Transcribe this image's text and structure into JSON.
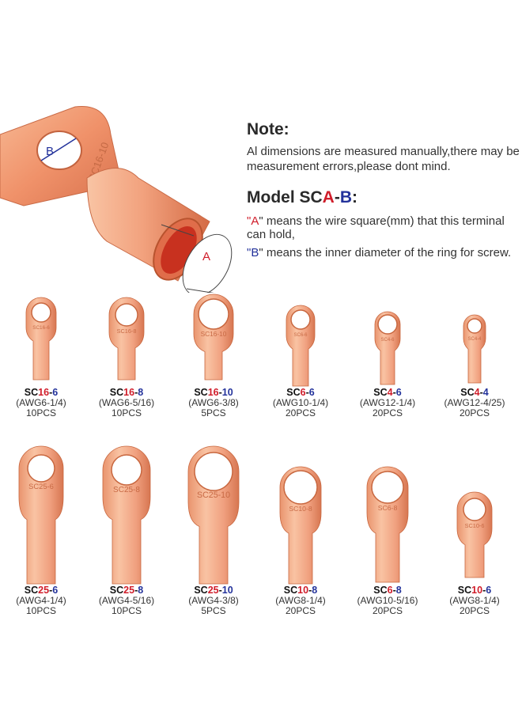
{
  "hero": {
    "label_b": "B",
    "label_a": "A",
    "stamp": "SC16-10"
  },
  "note": {
    "title": "Note:",
    "body": "Al dimensions are measured manually,there may be measurement errors,please dont mind."
  },
  "model": {
    "prefix": "Model SC",
    "a": "A",
    "dash": "-",
    "b": "B",
    "colon": ":",
    "line_a_q1": "\"",
    "line_a_letter": "A",
    "line_a_rest": "\" means the wire square(mm) that this terminal can hold,",
    "line_b_q1": "\"",
    "line_b_letter": "B",
    "line_b_rest": "\" means the inner diameter of the ring for screw."
  },
  "colors": {
    "red": "#d01d2a",
    "blue": "#23329b",
    "copper": "#f0a07f"
  },
  "lugs": [
    {
      "sc": "SC",
      "a": "16",
      "dash": "-",
      "b": "6",
      "awg": "(AWG6-1/4)",
      "qty": "10PCS",
      "stamp": "SC16-6"
    },
    {
      "sc": "SC",
      "a": "16",
      "dash": "-",
      "b": "8",
      "awg": "(WAG6-5/16)",
      "qty": "10PCS",
      "stamp": "SC16-8"
    },
    {
      "sc": "SC",
      "a": "16",
      "dash": "-",
      "b": "10",
      "awg": "(AWG6-3/8)",
      "qty": "5PCS",
      "stamp": "SC16-10"
    },
    {
      "sc": "SC",
      "a": "6",
      "dash": "-",
      "b": "6",
      "awg": "(AWG10-1/4)",
      "qty": "20PCS",
      "stamp": "SC6-6"
    },
    {
      "sc": "SC",
      "a": "4",
      "dash": "-",
      "b": "6",
      "awg": "(AWG12-1/4)",
      "qty": "20PCS",
      "stamp": "SC4-6"
    },
    {
      "sc": "SC",
      "a": "4",
      "dash": "-",
      "b": "4",
      "awg": "(AWG12-4/25)",
      "qty": "20PCS",
      "stamp": "SC4-4"
    },
    {
      "sc": "SC",
      "a": "25",
      "dash": "-",
      "b": "6",
      "awg": "(AWG4-1/4)",
      "qty": "10PCS",
      "stamp": "SC25-6"
    },
    {
      "sc": "SC",
      "a": "25",
      "dash": "-",
      "b": "8",
      "awg": "(AWG4-5/16)",
      "qty": "10PCS",
      "stamp": "SC25-8"
    },
    {
      "sc": "SC",
      "a": "25",
      "dash": "-",
      "b": "10",
      "awg": "(AWG4-3/8)",
      "qty": "5PCS",
      "stamp": "SC25-10"
    },
    {
      "sc": "SC",
      "a": "10",
      "dash": "-",
      "b": "8",
      "awg": "(AWG8-1/4)",
      "qty": "20PCS",
      "stamp": "SC10-8"
    },
    {
      "sc": "SC",
      "a": "6",
      "dash": "-",
      "b": "8",
      "awg": "(AWG10-5/16)",
      "qty": "20PCS",
      "stamp": "SC6-8"
    },
    {
      "sc": "SC",
      "a": "10",
      "dash": "-",
      "b": "6",
      "awg": "(AWG8-1/4)",
      "qty": "20PCS",
      "stamp": "SC10-6"
    }
  ]
}
